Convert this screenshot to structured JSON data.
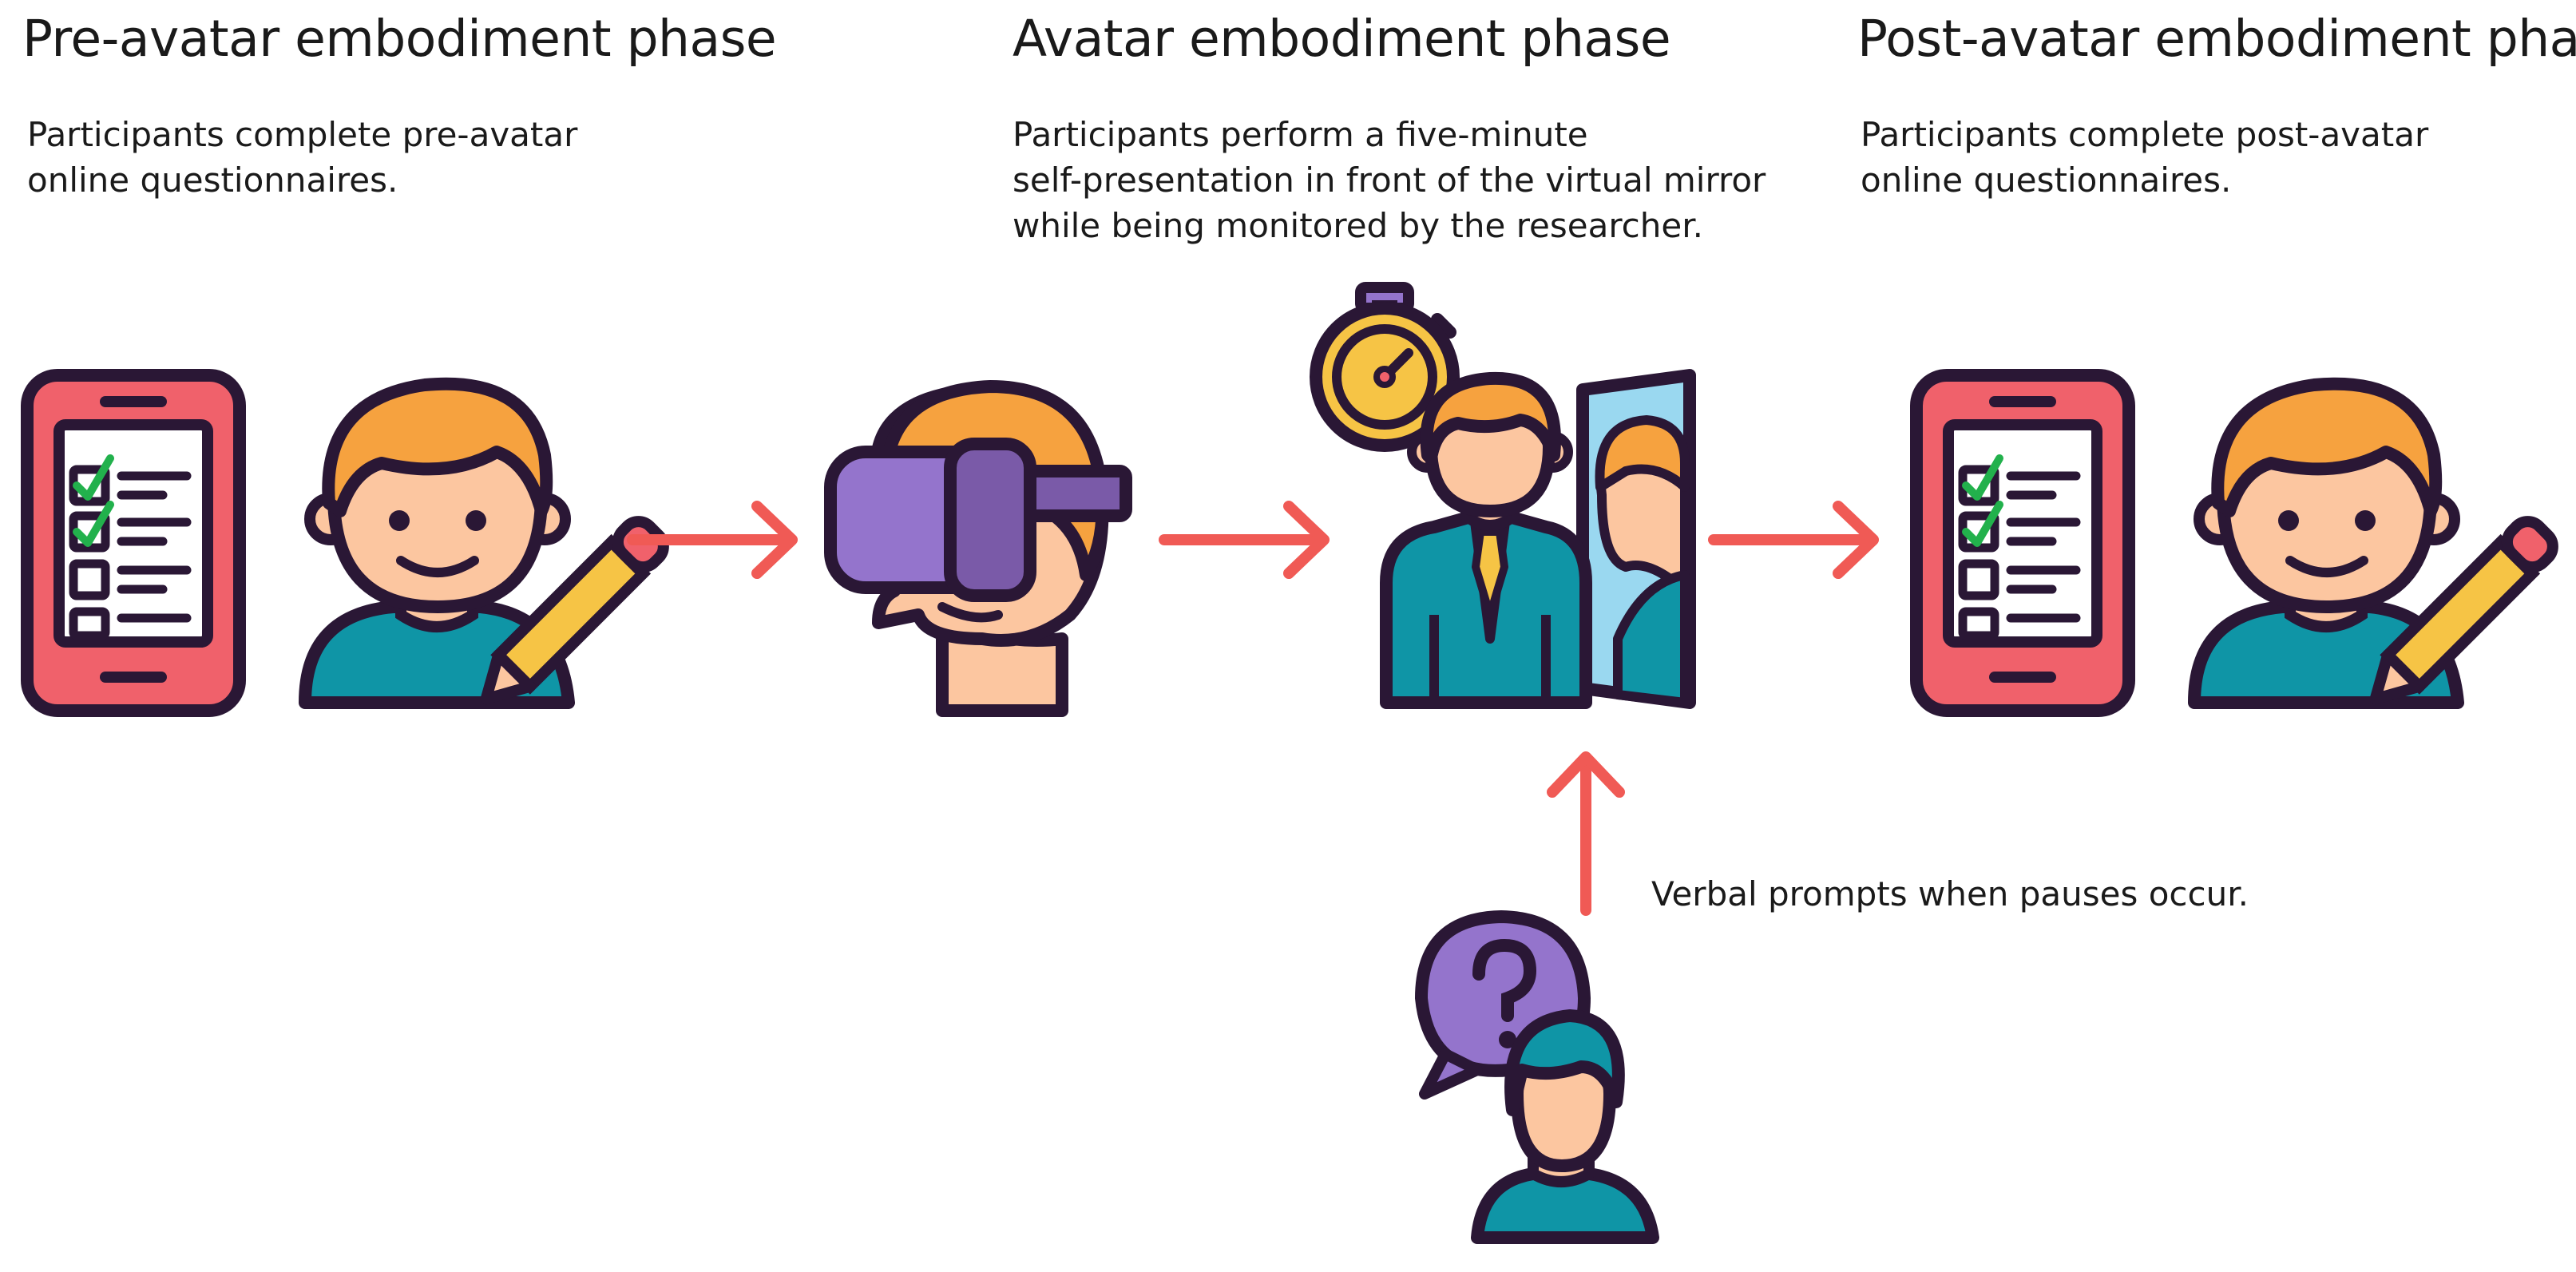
{
  "phases": [
    {
      "heading": "Pre-avatar embodiment phase",
      "description": "Participants complete pre-avatar\nonline questionnaires."
    },
    {
      "heading": "Avatar embodiment phase",
      "description": "Participants perform a five-minute\nself-presentation in front of the virtual mirror\nwhile being monitored by the researcher."
    },
    {
      "heading": "Post-avatar embodiment phase",
      "description": "Participants complete post-avatar\nonline questionnaires."
    }
  ],
  "researcher_note": "Verbal prompts when pauses occur.",
  "icons": [
    "phone-questionnaire-icon",
    "participant-pencil-icon",
    "vr-headset-user-icon",
    "stopwatch-icon",
    "mirror-avatar-icon",
    "researcher-question-icon"
  ],
  "colors": {
    "arrow": "#f05a55",
    "phone": "#f0616b",
    "hair": "#f6a23f",
    "skin": "#fcc6a0",
    "shirt": "#0f95a6",
    "headset": "#9474cc",
    "outline": "#2a1735"
  }
}
